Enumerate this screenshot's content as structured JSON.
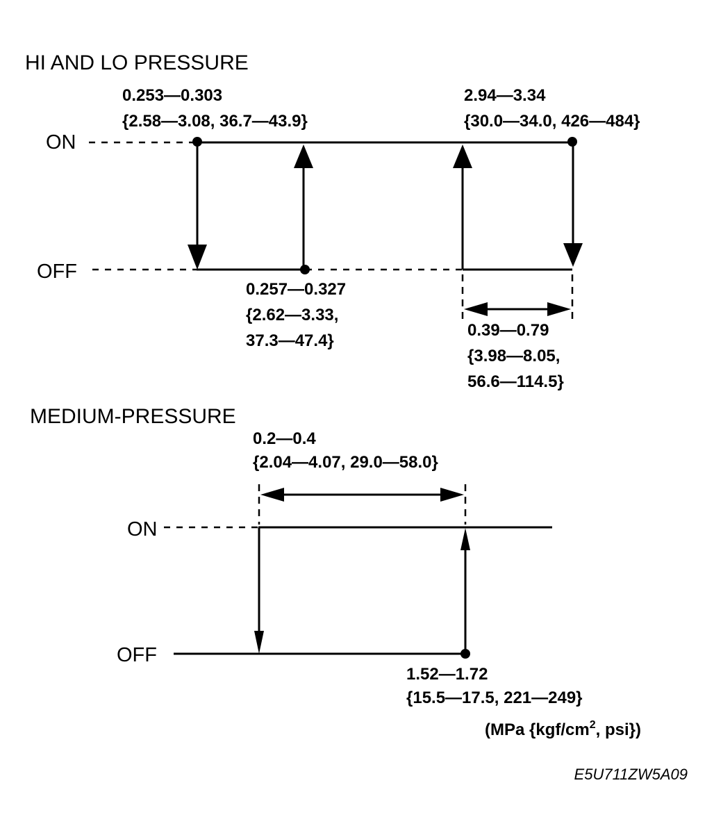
{
  "hi_lo": {
    "title": "HI AND LO PRESSURE",
    "on_label": "ON",
    "off_label": "OFF",
    "left_on_value": {
      "line1": "0.253—0.303",
      "line2": "{2.58—3.08, 36.7—43.9}"
    },
    "right_on_value": {
      "line1": "2.94—3.34",
      "line2": "{30.0—34.0, 426—484}"
    },
    "left_off_value": {
      "line1": "0.257—0.327",
      "line2": "{2.62—3.33,",
      "line3": "37.3—47.4}"
    },
    "hysteresis_value": {
      "line1": "0.39—0.79",
      "line2": "{3.98—8.05,",
      "line3": "56.6—114.5}"
    }
  },
  "medium": {
    "title": "MEDIUM-PRESSURE",
    "on_label": "ON",
    "off_label": "OFF",
    "span_value": {
      "line1": "0.2—0.4",
      "line2": "{2.04—4.07, 29.0—58.0}"
    },
    "off_value": {
      "line1": "1.52—1.72",
      "line2": "{15.5—17.5, 221—249}"
    }
  },
  "units": {
    "prefix": "(MPa {kgf/cm",
    "superscript": "2",
    "suffix": ", psi})"
  },
  "figure_code": "E5U711ZW5A09"
}
